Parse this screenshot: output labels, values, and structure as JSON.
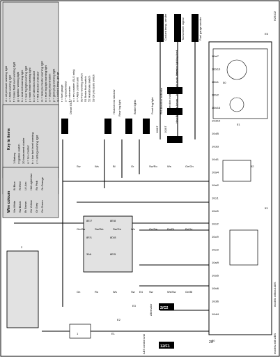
{
  "figure_id": "H26102",
  "key_to_items": {
    "title": "Key to items",
    "items": [
      "1 Battery",
      "2 Ignition switch",
      "20 Instrument cluster",
      "a = rev counter",
      "b = low fuel level warning",
      "c = airbag warning light"
    ]
  },
  "item_list": [
    "d = oil pressure warning light",
    "e = ABS warning light",
    "f = brake fluid level warning light",
    "g = ignition warning light",
    "h = seat belt warning light",
    "i = rear fog light warning light",
    "j = main beam warning light",
    "k = LH direction indicator",
    "l = RH direction indicator",
    "m = tank pre heater warning light",
    "n = rear fog light warning light",
    "o = display illumination",
    "p = glow plug warning light",
    "q = coolant temp. gauge",
    "r = fuel gauge",
    "s = speedometer",
    "t = odometer",
    "u = rev counter (SLX only)",
    "v = ABS control unit",
    "50 Fuel warning switch",
    "51 Brake fluid switch",
    "52 Handbrake switch",
    "53 Oil pressure switch"
  ],
  "wire_colours": {
    "title": "Wire colours",
    "rows": [
      [
        "Ws",
        "White"
      ],
      [
        "Bl",
        "Blue"
      ],
      [
        "Sw",
        "Black"
      ],
      [
        "Rt",
        "Red"
      ],
      [
        "Br",
        "Brown"
      ],
      [
        "Li",
        "Lilac"
      ],
      [
        "Ge",
        "Yellow"
      ],
      [
        "Hbl",
        "Light blue"
      ],
      [
        "Gr",
        "Grey"
      ],
      [
        "Rs",
        "Pink"
      ],
      [
        "Gn",
        "Green"
      ],
      [
        "Or",
        "Orange"
      ]
    ]
  },
  "top_labels": [
    {
      "tag": "2/4 3/G1 4/H8 5/H7",
      "text": "Coolant temp. sender"
    },
    {
      "tag": "2/H1 3/H1 4/H8 5/H7",
      "text": "Tachometer signal"
    },
    {
      "tag": "2/A6 3/E1 4/A7 5/D1",
      "text": "Fuel gauge sender"
    }
  ],
  "connectors": [
    {
      "tag": "2/23",
      "text": "Diesel ECU"
    },
    {
      "tag": "7/F7",
      "text": "Heated rear window"
    },
    {
      "tag": "",
      "text": "Rear fog light"
    },
    {
      "tag": "8/D7",
      "text": "Brake lights"
    },
    {
      "tag": "8/B7",
      "text": "Front fog light"
    },
    {
      "tag": "10/A7",
      "text": "RH direction indicator"
    },
    {
      "tag": "10/A7",
      "text": "LH direction indicator"
    },
    {
      "tag": "9/B5",
      "text": "Interior lighting feed"
    },
    {
      "tag": "9/K2",
      "text": "Headlight main beam"
    },
    {
      "tag": "9/K2",
      "text": "Headlight low beam"
    }
  ],
  "wire_labels": [
    "Sw",
    "Ws",
    "Bl",
    "Gr",
    "Sw/Ro",
    "Ws",
    "Ge/Gn",
    "Gn/Ws",
    "Sw/Ws",
    "Sw/Gn",
    "Ws",
    "Ge/Sw",
    "Ro/Bl",
    "Br/Ge",
    "Gn",
    "Ro",
    "Ws",
    "Sw",
    "Sw",
    "Ws/Sw",
    "Gn/Bl"
  ],
  "pins": [
    "10a/7",
    "10b/10",
    "10b/1",
    "10b/2",
    "10b/16",
    "10d/10",
    "10d/5",
    "10d/3",
    "10d/1",
    "10a/4",
    "10a/2",
    "10c/1",
    "10c/5",
    "10c/2",
    "10c/9",
    "10c/3",
    "10a/9",
    "10a/5",
    "10b/6",
    "10d/6",
    "10d/4"
  ],
  "relay_pins": [
    "8E/7",
    "8E/8",
    "8F/1",
    "8D/8",
    "39A",
    "8E/5"
  ],
  "lower_tags": [
    {
      "tag": "2/C2",
      "text": "Alternator"
    },
    {
      "tag": "12/F1",
      "text": "ABS control unit"
    }
  ],
  "side_notes": [
    "models without ABS",
    "models with ABS"
  ],
  "component_numbers": [
    "1",
    "2",
    "20",
    "50",
    "51",
    "52",
    "53",
    "E1",
    "E2",
    "E3",
    "E4",
    "E5"
  ]
}
